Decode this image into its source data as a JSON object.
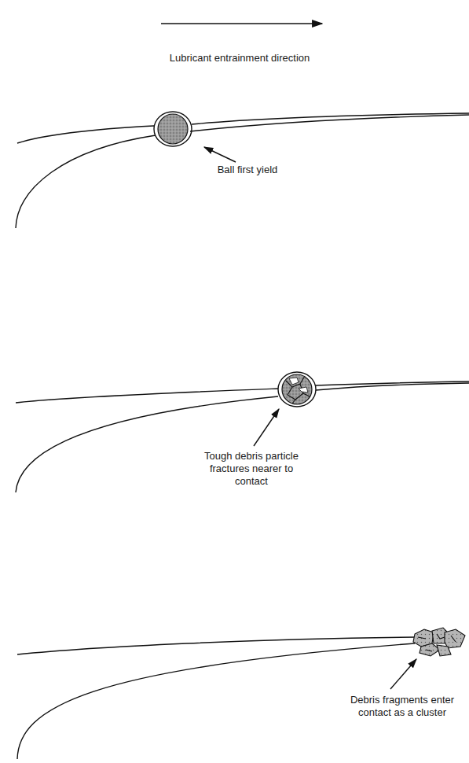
{
  "diagram": {
    "labels": [
      "Lubricant entrainment direction",
      "Ball first yield",
      "Tough debris particle fractures nearer to contact",
      "Debris fragments enter contact as a cluster"
    ]
  }
}
